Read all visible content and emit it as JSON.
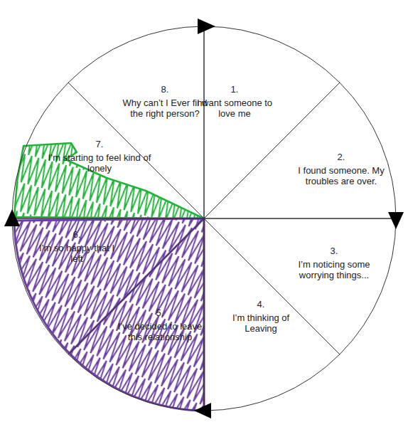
{
  "diagram": {
    "nodes": [
      {
        "text": [
          "1.",
          "I want someone to love me"
        ]
      },
      {
        "text": [
          "2.",
          "I found someone. My troubles are over."
        ]
      },
      {
        "text": [
          "3.",
          "I’m noticing some worrying things..."
        ]
      },
      {
        "text": [
          "4.",
          "I’m thinking of Leaving"
        ]
      },
      {
        "text": [
          "5.",
          "I’ve decided to leave this relationship"
        ]
      },
      {
        "text": [
          "6.",
          "I’m so happy that I left"
        ]
      },
      {
        "text": [
          "7.",
          "I’m starting to feel kind of lonely"
        ]
      },
      {
        "text": [
          "8.",
          "Why can’t I Ever find the right person?"
        ]
      }
    ]
  }
}
